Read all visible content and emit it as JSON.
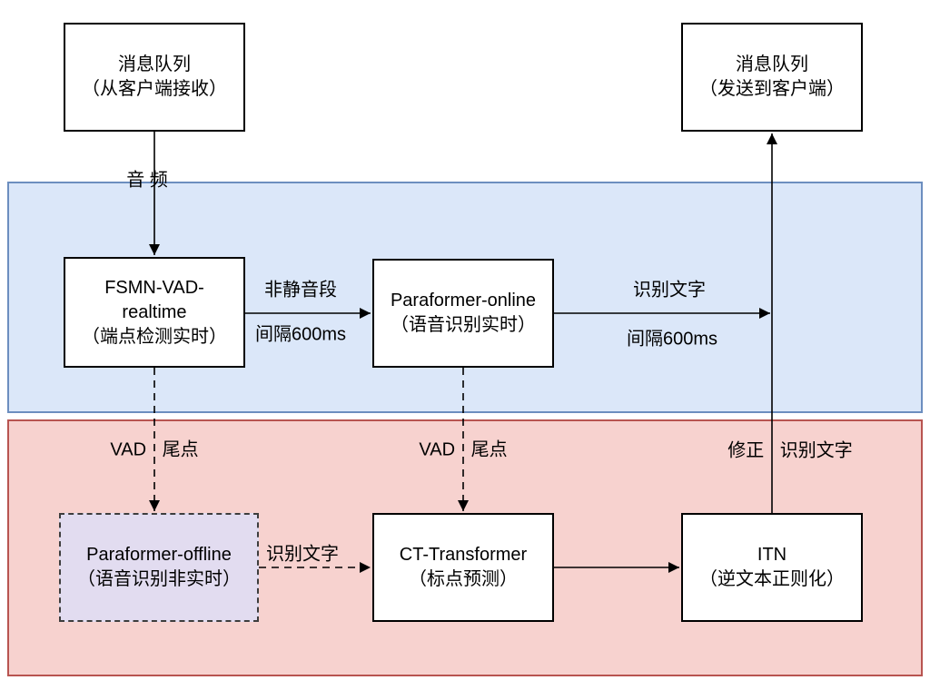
{
  "nodes": {
    "mq_in": [
      "消息队列",
      "（从客户端接收）"
    ],
    "mq_out": [
      "消息队列",
      "（发送到客户端）"
    ],
    "vad": [
      "FSMN-VAD-",
      "realtime",
      "（端点检测实时）"
    ],
    "paraformer_online": [
      "Paraformer-online",
      "（语音识别实时）"
    ],
    "paraformer_offline": [
      "Paraformer-offline",
      "（语音识别非实时）"
    ],
    "ct_transformer": [
      "CT-Transformer",
      "（标点预测）"
    ],
    "itn": [
      "ITN",
      "（逆文本正则化）"
    ]
  },
  "labels": {
    "audio": "音 频",
    "non_silence": "非静音段",
    "interval_600_a": "间隔600ms",
    "recognized_text_a": "识别文字",
    "interval_600_b": "间隔600ms",
    "vad_tail_a": "VAD 尾点",
    "vad_tail_b": "VAD 尾点",
    "recognized_text_b": "识别文字",
    "corrected_text": "修正 识别文字"
  },
  "colors": {
    "blue_fill": "#dbe7f9",
    "blue_stroke": "#6c8ebf",
    "red_fill": "#f7d2cf",
    "red_stroke": "#b85450",
    "purple_fill": "#e2dcf0",
    "purple_stroke": "#3d3d3d",
    "node_stroke": "#000000",
    "edge_color": "#000000",
    "text_color": "#000000"
  }
}
